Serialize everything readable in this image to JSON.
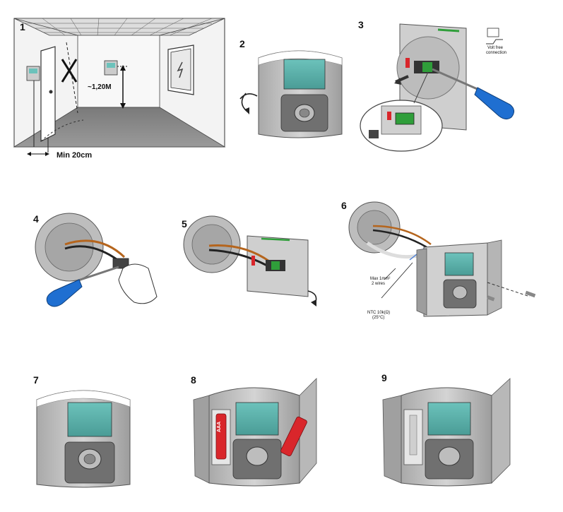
{
  "steps": [
    {
      "number": "1",
      "height_label": "~1,20M",
      "distance_label": "Min 20cm"
    },
    {
      "number": "2"
    },
    {
      "number": "3",
      "note_line1": "Volt free",
      "note_line2": "connection"
    },
    {
      "number": "4"
    },
    {
      "number": "5"
    },
    {
      "number": "6",
      "wire_line1": "Max 1mm²",
      "wire_line2": "2 wires",
      "sensor_line1": "NTC 10k(Ω)",
      "sensor_line2": "(25°C)"
    },
    {
      "number": "7"
    },
    {
      "number": "8",
      "battery_label": "AAA"
    },
    {
      "number": "9"
    }
  ],
  "colors": {
    "housing": "#c9c9c9",
    "housing_dark": "#8c8c8c",
    "screen": "#5fb3ad",
    "keypad": "#6e6e6e",
    "screwdriver": "#1f6fd1",
    "battery": "#d9262b",
    "terminal_green": "#2f9e3a"
  }
}
